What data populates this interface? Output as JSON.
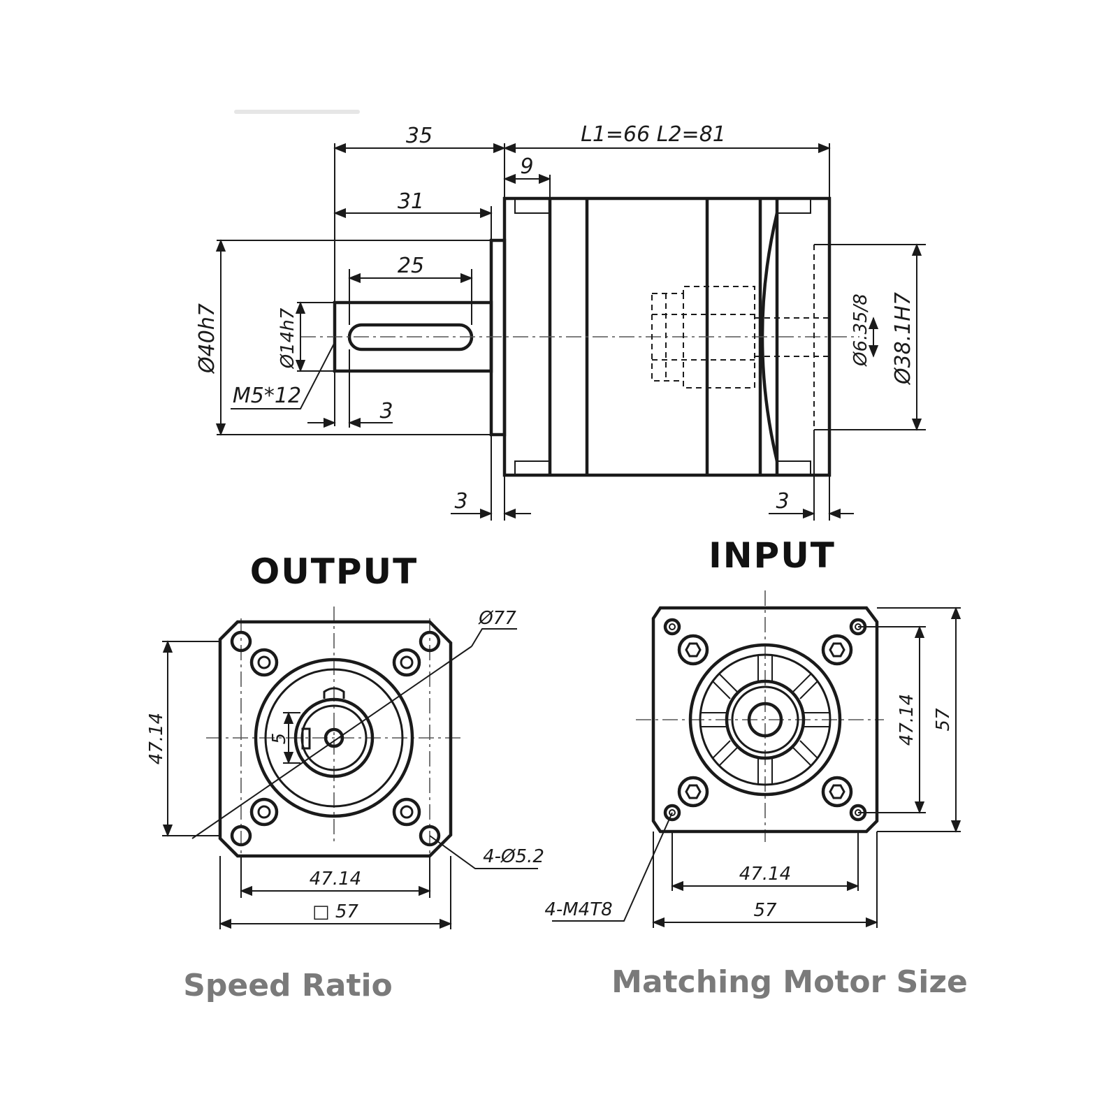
{
  "side_view": {
    "dim_length": "L1=66 L2=81",
    "dim_35": "35",
    "dim_31": "31",
    "dim_25": "25",
    "dim_9": "9",
    "dim_3_key": "3",
    "dim_3_front": "3",
    "dim_3_back": "3",
    "dim_d40": "Ø40h7",
    "dim_d14": "Ø14h7",
    "dim_thread": "M5*12",
    "dim_d635": "Ø6.35/8",
    "dim_d381": "Ø38.1H7"
  },
  "output_view": {
    "heading": "OUTPUT",
    "dim_pcd": "Ø77",
    "dim_height": "47.14",
    "dim_key": "5",
    "dim_holes": "4-Ø5.2",
    "dim_bolt": "47.14",
    "dim_square": "□ 57"
  },
  "input_view": {
    "heading": "INPUT",
    "dim_bolt_v": "47.14",
    "dim_size_v": "57",
    "dim_bolt_h": "47.14",
    "dim_size_h": "57",
    "dim_holes": "4-M4T8"
  },
  "captions": {
    "left": "Speed Ratio",
    "right": "Matching Motor Size"
  },
  "colors": {
    "line": "#1a1a1a",
    "heading": "#111111",
    "caption": "#7a7a7a"
  }
}
